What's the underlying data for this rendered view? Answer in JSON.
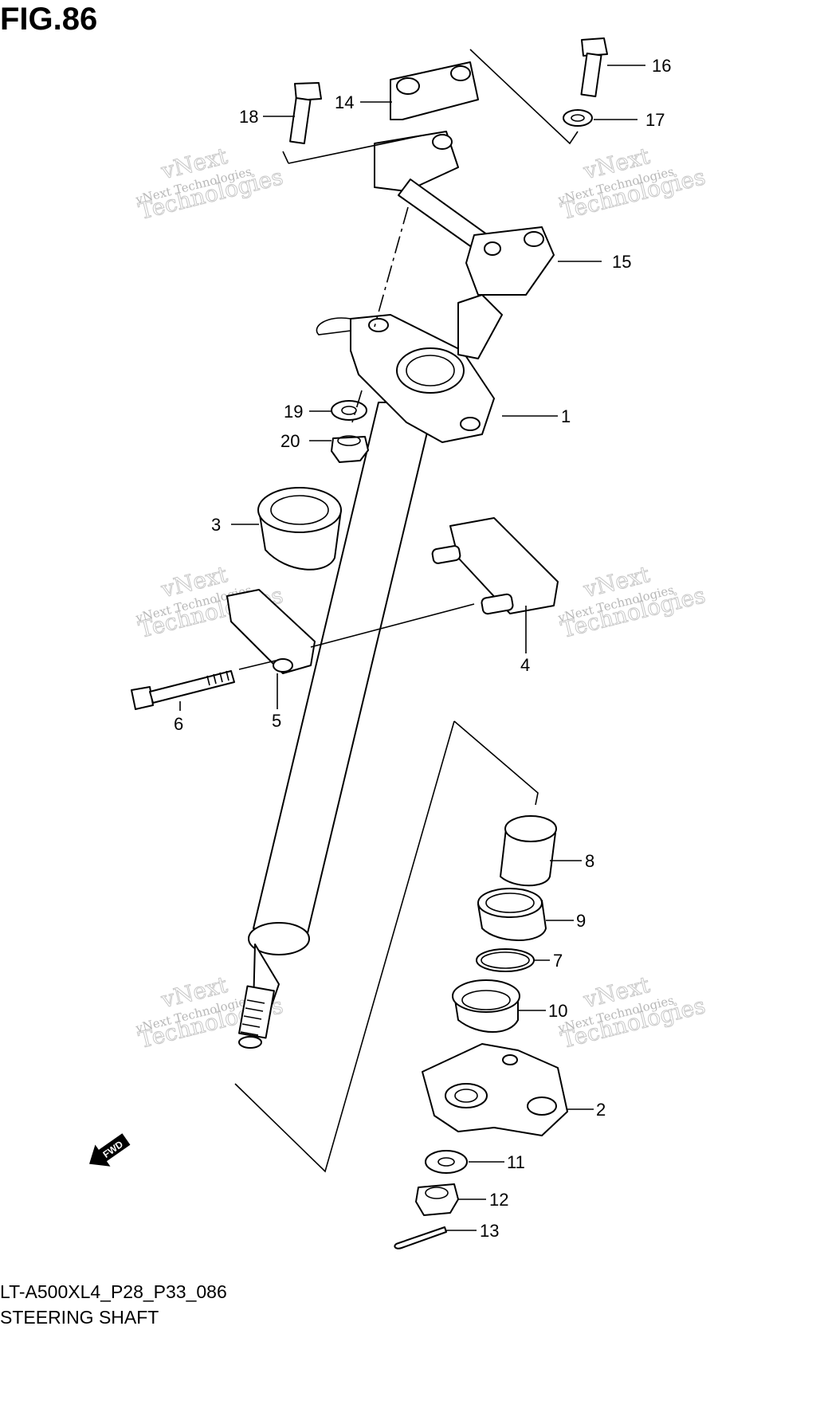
{
  "figure": {
    "title": "FIG.86",
    "code": "LT-A500XL4_P28_P33_086",
    "name": "STEERING SHAFT"
  },
  "watermark": {
    "line1": "vNext Technologies",
    "line2": "Technologies",
    "line2_head": "vNext",
    "repeat_count": 6
  },
  "fwd_badge": "FWD",
  "callouts": [
    "1",
    "2",
    "3",
    "4",
    "5",
    "6",
    "7",
    "8",
    "9",
    "10",
    "11",
    "12",
    "13",
    "14",
    "15",
    "16",
    "17",
    "18",
    "19",
    "20"
  ]
}
